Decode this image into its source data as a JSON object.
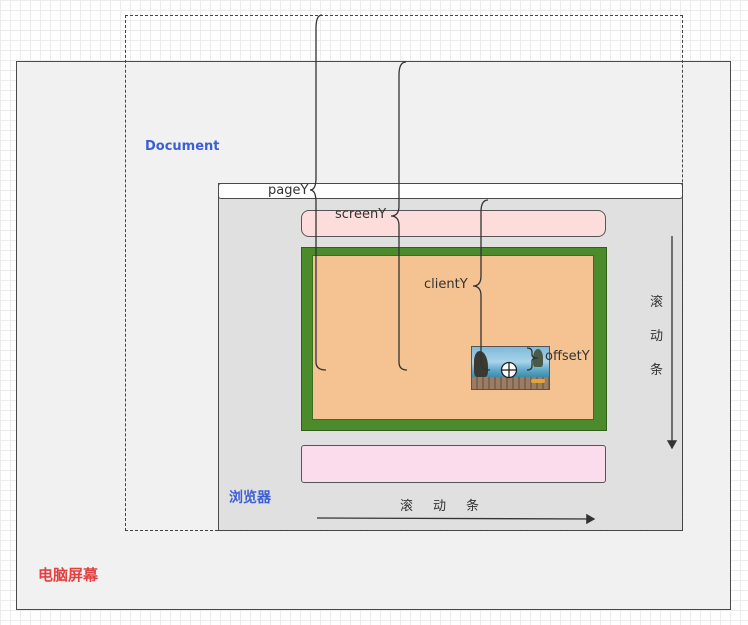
{
  "screen": {
    "label": "电脑屏幕",
    "label_color": "#e34141"
  },
  "document": {
    "label": "Document",
    "label_color": "#3c5fd6"
  },
  "browser": {
    "label": "浏览器",
    "label_color": "#3c5fd6"
  },
  "measures": {
    "pageY": "pageY",
    "screenY": "screenY",
    "clientY": "clientY",
    "offsetY": "offsetY"
  },
  "scrollbars": {
    "vertical_chars": [
      "滚",
      "动",
      "条"
    ],
    "horizontal": "滚动条"
  },
  "colors": {
    "header_box": "#fddcdc",
    "content_border": "#4b8b2b",
    "content_fill": "#f4c391",
    "footer_box": "#fadcec",
    "browser_fill": "#e0e0e0",
    "screen_fill": "#f1f1f1"
  },
  "icons": {
    "target": "crosshair-icon",
    "image": "landscape-photo"
  }
}
